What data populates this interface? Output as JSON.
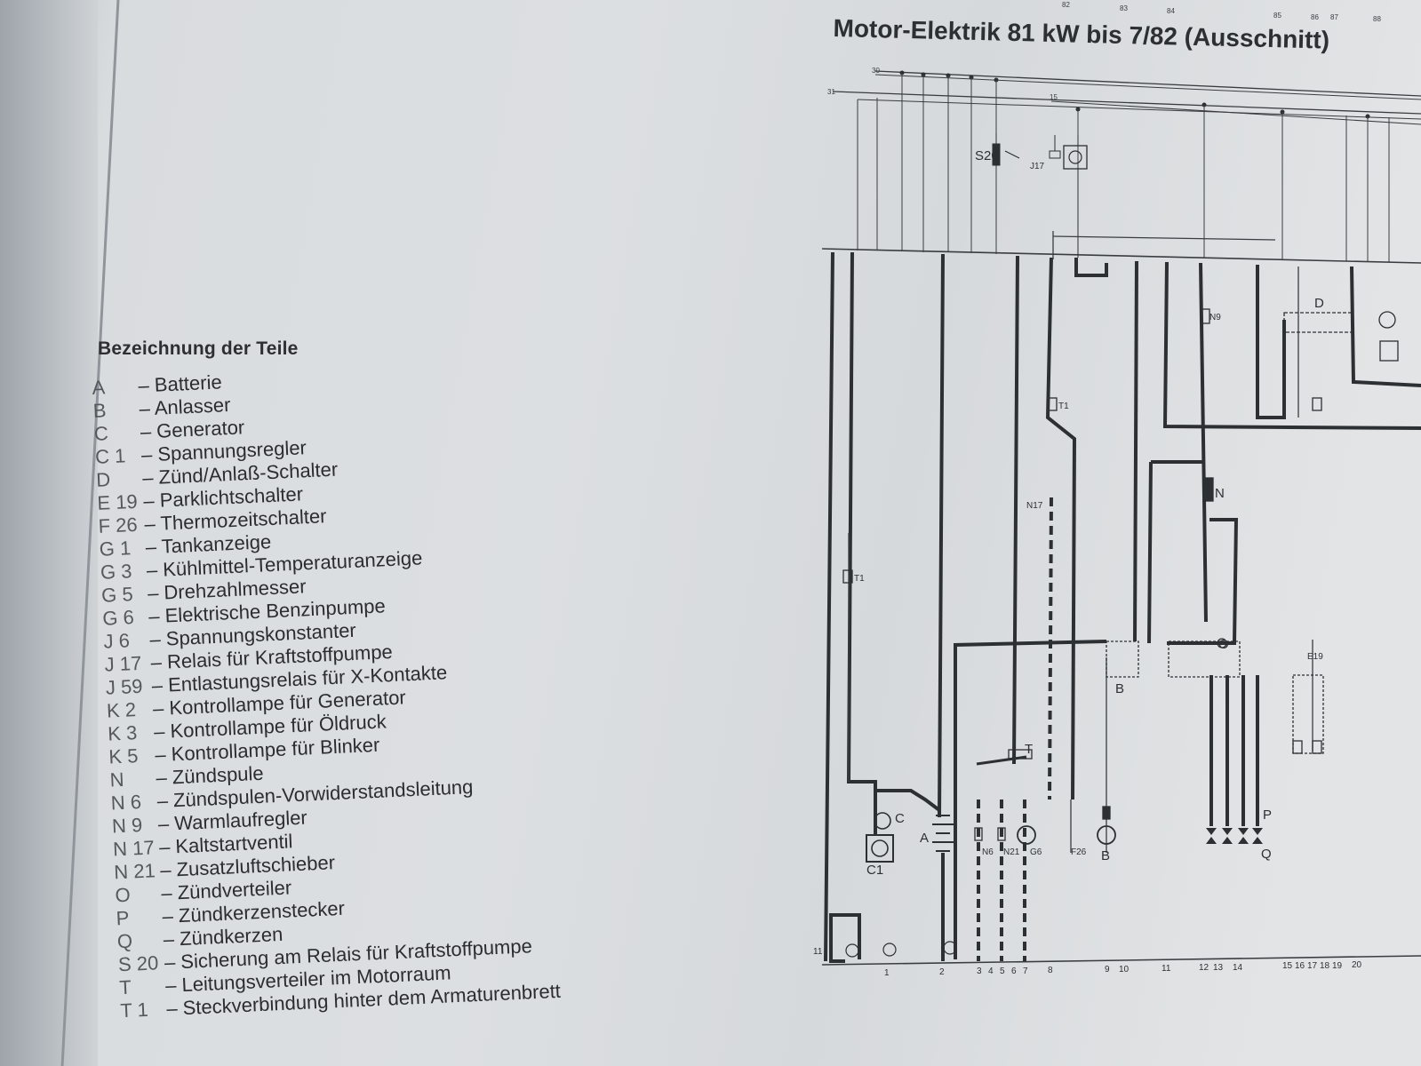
{
  "diagram": {
    "title": "Motor-Elektrik 81 kW bis 7/82 (Ausschnitt)",
    "legend_heading": "Bezeichnung der Teile",
    "parts": [
      {
        "key": "A",
        "desc": "– Batterie"
      },
      {
        "key": "B",
        "desc": "– Anlasser"
      },
      {
        "key": "C",
        "desc": "– Generator"
      },
      {
        "key": "C 1",
        "desc": "– Spannungsregler"
      },
      {
        "key": "D",
        "desc": "– Zünd/Anlaß-Schalter"
      },
      {
        "key": "E 19",
        "desc": "– Parklichtschalter"
      },
      {
        "key": "F 26",
        "desc": "– Thermozeitschalter"
      },
      {
        "key": "G 1",
        "desc": "– Tankanzeige"
      },
      {
        "key": "G 3",
        "desc": "– Kühlmittel-Temperaturanzeige"
      },
      {
        "key": "G 5",
        "desc": "– Drehzahlmesser"
      },
      {
        "key": "G 6",
        "desc": "– Elektrische Benzinpumpe"
      },
      {
        "key": "J 6",
        "desc": "– Spannungskonstanter"
      },
      {
        "key": "J 17",
        "desc": "– Relais für Kraftstoffpumpe"
      },
      {
        "key": "J 59",
        "desc": "– Entlastungsrelais für X-Kontakte"
      },
      {
        "key": "K 2",
        "desc": "– Kontrollampe für Generator"
      },
      {
        "key": "K 3",
        "desc": "– Kontrollampe für Öldruck"
      },
      {
        "key": "K 5",
        "desc": "– Kontrollampe für Blinker"
      },
      {
        "key": "N",
        "desc": "– Zündspule"
      },
      {
        "key": "N 6",
        "desc": "– Zündspulen-Vorwiderstandsleitung"
      },
      {
        "key": "N 9",
        "desc": "– Warmlaufregler"
      },
      {
        "key": "N 17",
        "desc": "– Kaltstartventil"
      },
      {
        "key": "N 21",
        "desc": "– Zusatzluftschieber"
      },
      {
        "key": "O",
        "desc": "– Zündverteiler"
      },
      {
        "key": "P",
        "desc": "– Zündkerzenstecker"
      },
      {
        "key": "Q",
        "desc": "– Zündkerzen"
      },
      {
        "key": "S 20",
        "desc": "– Sicherung am Relais für Kraftstoffpumpe"
      },
      {
        "key": "T",
        "desc": "– Leitungsverteiler im Motorraum"
      },
      {
        "key": "T 1",
        "desc": "– Steckverbindung hinter dem Armaturenbrett"
      }
    ],
    "top_numbers": [
      "82",
      "83",
      "84",
      "85",
      "86",
      "87",
      "88"
    ],
    "rail_labels": [
      "30",
      "31",
      "15"
    ],
    "component_labels": [
      "S20",
      "J17",
      "N9",
      "D",
      "N17",
      "N",
      "T1",
      "T1",
      "O",
      "E19",
      "B",
      "C",
      "C1",
      "A",
      "T",
      "N6",
      "N21",
      "G6",
      "F26",
      "B",
      "P",
      "Q"
    ],
    "bottom_numbers": [
      "11",
      "1",
      "2",
      "3",
      "4",
      "5",
      "6",
      "7",
      "8",
      "9",
      "10",
      "11",
      "12",
      "13",
      "14",
      "15",
      "16",
      "17",
      "18",
      "19",
      "20"
    ]
  }
}
